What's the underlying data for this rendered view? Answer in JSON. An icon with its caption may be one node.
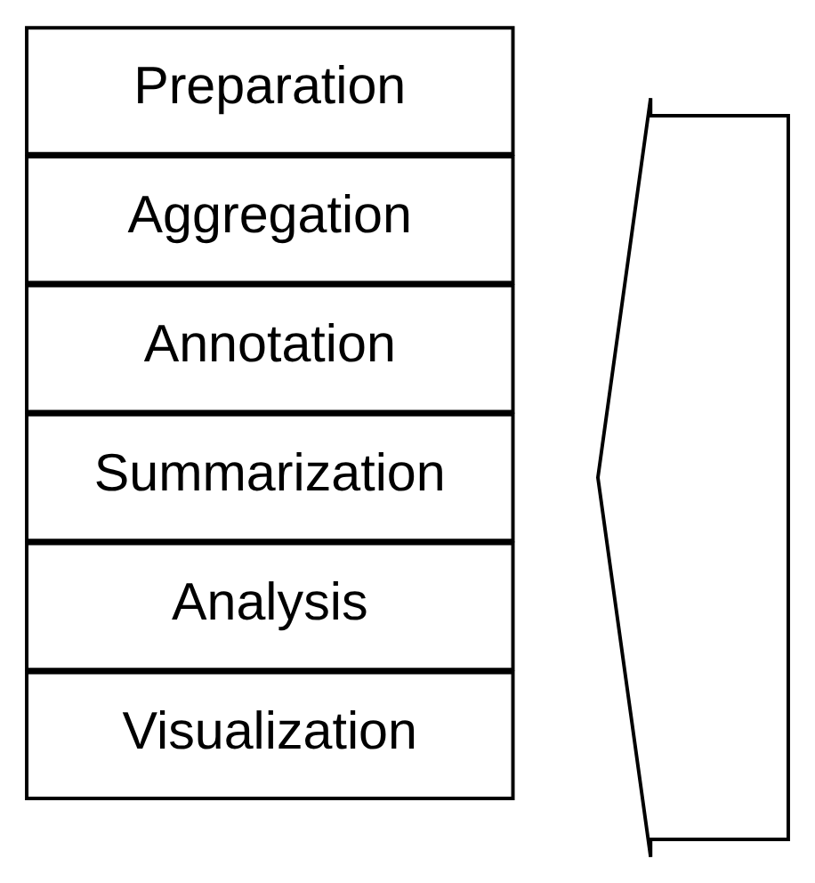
{
  "diagram": {
    "nodes": [
      {
        "text": [
          "Preparation"
        ]
      },
      {
        "text": [
          "Aggregation"
        ]
      },
      {
        "text": [
          "Annotation"
        ]
      },
      {
        "text": [
          "Summarization"
        ]
      },
      {
        "text": [
          "Analysis"
        ]
      },
      {
        "text": [
          "Visualization"
        ]
      },
      {
        "text": [],
        "shape": "arrow"
      }
    ]
  }
}
